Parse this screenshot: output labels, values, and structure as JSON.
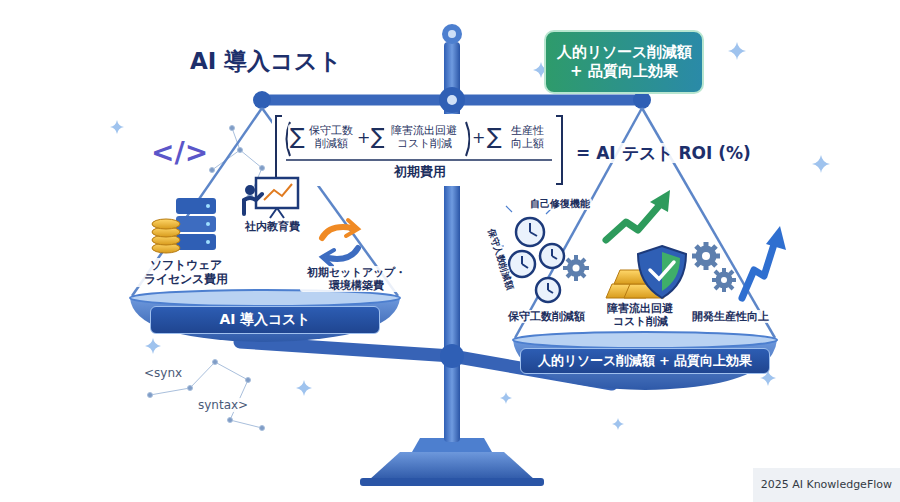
{
  "diagram": {
    "title": "AI 導入コスト",
    "nodes": [
      {
        "text": [
          "人的リソース削減額 + 品質向上効果"
        ]
      },
      {
        "text": [
          "AI 導入コスト"
        ]
      },
      {
        "text": [
          "人的リソース削減額 + 品質向上効果"
        ]
      },
      {
        "text": [
          "2025 AI KnowledgeFlow"
        ]
      }
    ],
    "labels": [
      "</>",
      "∑",
      "保守工数 削減額",
      "+",
      "∑",
      "障害流出回避 コスト削減",
      "+",
      "∑",
      "生産性 向上額",
      "初期費用",
      "= AI テスト ROI (%)",
      "ソフトウェア ライセンス費用",
      "社内教育費",
      "初期セットアップ・ 環境構築費",
      "自己修復機能",
      "保守人数削減額",
      "保守工数削減額",
      "障害流出回避 コスト削減",
      "開発生産性向上",
      "<synx",
      "syntax>"
    ]
  }
}
